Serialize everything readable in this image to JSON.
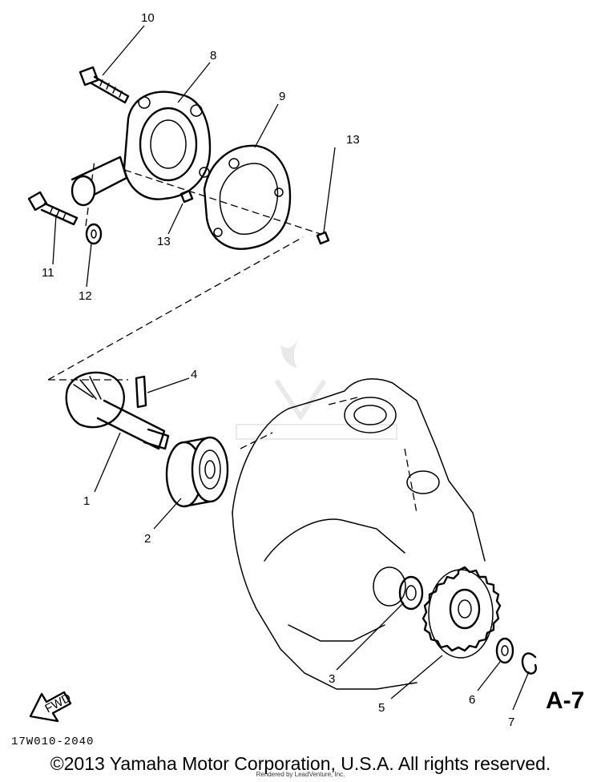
{
  "callouts": [
    {
      "id": "1",
      "label": "1"
    },
    {
      "id": "2",
      "label": "2"
    },
    {
      "id": "3",
      "label": "3"
    },
    {
      "id": "4",
      "label": "4"
    },
    {
      "id": "5",
      "label": "5"
    },
    {
      "id": "6",
      "label": "6"
    },
    {
      "id": "7",
      "label": "7"
    },
    {
      "id": "8",
      "label": "8"
    },
    {
      "id": "9",
      "label": "9"
    },
    {
      "id": "10",
      "label": "10"
    },
    {
      "id": "11",
      "label": "11"
    },
    {
      "id": "12",
      "label": "12"
    },
    {
      "id": "13a",
      "label": "13"
    },
    {
      "id": "13b",
      "label": "13"
    }
  ],
  "fwd_label": "FWD",
  "section_label": "A-7",
  "diagram_code": "17W010-2040",
  "copyright": "©2013 Yamaha Motor Corporation, U.S.A. All rights reserved.",
  "rendered_by": "Rendered by LeadVenture, Inc."
}
